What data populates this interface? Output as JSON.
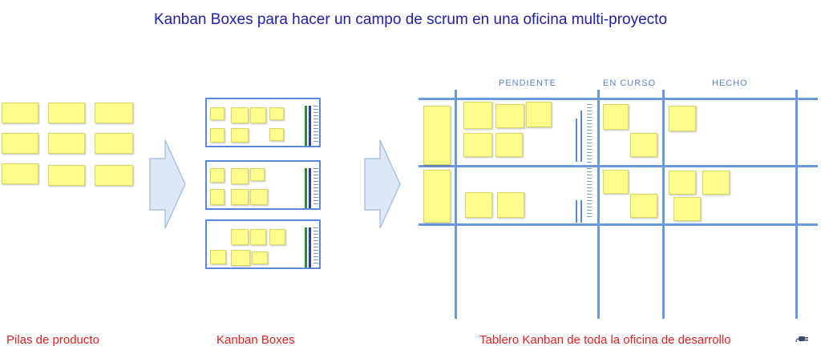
{
  "title": "Kanban Boxes para hacer un campo de scrum en una oficina multi-proyecto",
  "captions": {
    "pilas": "Pilas  de producto",
    "kanban_boxes": "Kanban Boxes",
    "tablero": "Tablero Kanban de toda la oficina de desarrollo"
  },
  "board": {
    "columns": [
      "PENDIENTE",
      "EN CURSO",
      "HECHO"
    ],
    "line_color": "#6a98dc"
  },
  "colors": {
    "title": "#2020a8",
    "caption": "#e02020",
    "note": "#fdfd8c",
    "box_border": "#5a88d8",
    "green_bar": "#2e8b3a",
    "blue_bar": "#2a3aa8",
    "arrow_fill": "#dbe8f6"
  },
  "icons": [
    "arrow-right-icon",
    "plug-icon"
  ]
}
